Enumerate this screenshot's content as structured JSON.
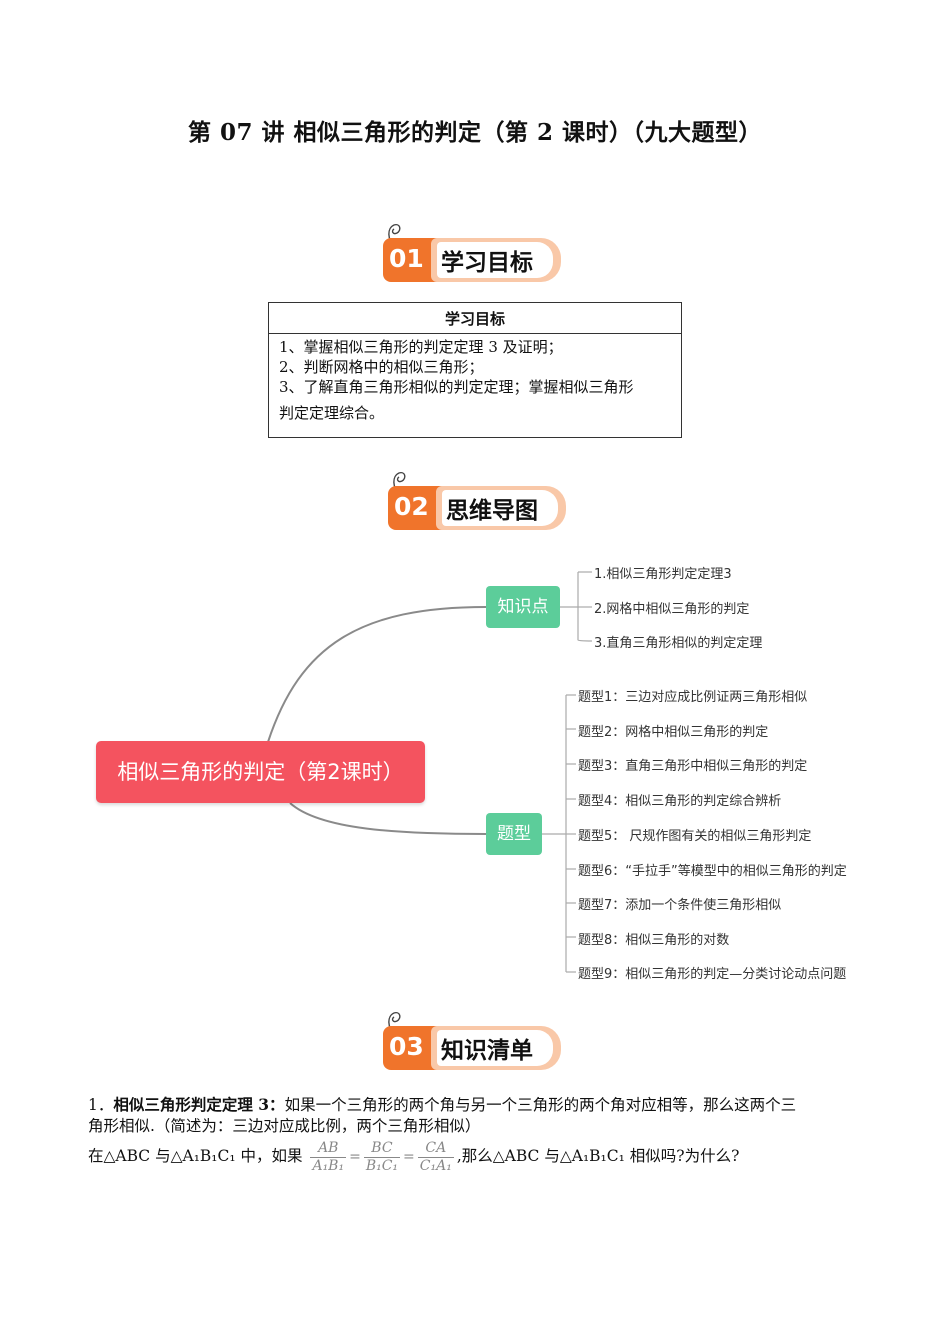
{
  "title": "第 07 讲  相似三角形的判定（第 2 课时）（九大题型）",
  "sections": [
    {
      "num": "01",
      "label": "学习目标"
    },
    {
      "num": "02",
      "label": "思维导图"
    },
    {
      "num": "03",
      "label": "知识清单"
    }
  ],
  "objectives": {
    "header": "学习目标",
    "lines": [
      "1、掌握相似三角形的判定定理 3 及证明；",
      "2、判断网格中的相似三角形；",
      "3、了解直角三角形相似的判定定理；掌握相似三角形",
      "判定定理综合。"
    ]
  },
  "mindmap": {
    "root": "相似三角形的判定（第2课时）",
    "knowledge": {
      "label": "知识点",
      "items": [
        "1.相似三角形判定定理3",
        "2.网格中相似三角形的判定",
        "3.直角三角形相似的判定定理"
      ]
    },
    "types": {
      "label": "题型",
      "items": [
        "题型1：三边对应成比例证两三角形相似",
        "题型2：网格中相似三角形的判定",
        "题型3：直角三角形中相似三角形的判定",
        "题型4：相似三角形的判定综合辨析",
        "题型5： 尺规作图有关的相似三角形判定",
        "题型6：“手拉手”等模型中的相似三角形的判定",
        "题型7：添加一个条件使三角形相似",
        "题型8：相似三角形的对数",
        "题型9：相似三角形的判定—分类讨论动点问题"
      ]
    }
  },
  "knowledge": {
    "item_num": "1．",
    "theorem_title": "相似三角形判定定理 3：",
    "theorem_text": "如果一个三角形的两个角与另一个三角形的两个角对应相等，那么这两个三",
    "theorem_text2": "角形相似.（简述为：三边对应成比例，两个三角形相似）",
    "q_prefix": "在△ABC 与△A₁B₁C₁ 中，如果",
    "q_suffix": ",那么△ABC  与△A₁B₁C₁ 相似吗?为什么?",
    "fractions": [
      {
        "num": "AB",
        "den": "A₁B₁"
      },
      {
        "num": "BC",
        "den": "B₁C₁"
      },
      {
        "num": "CA",
        "den": "C₁A₁"
      }
    ],
    "equals": "="
  }
}
